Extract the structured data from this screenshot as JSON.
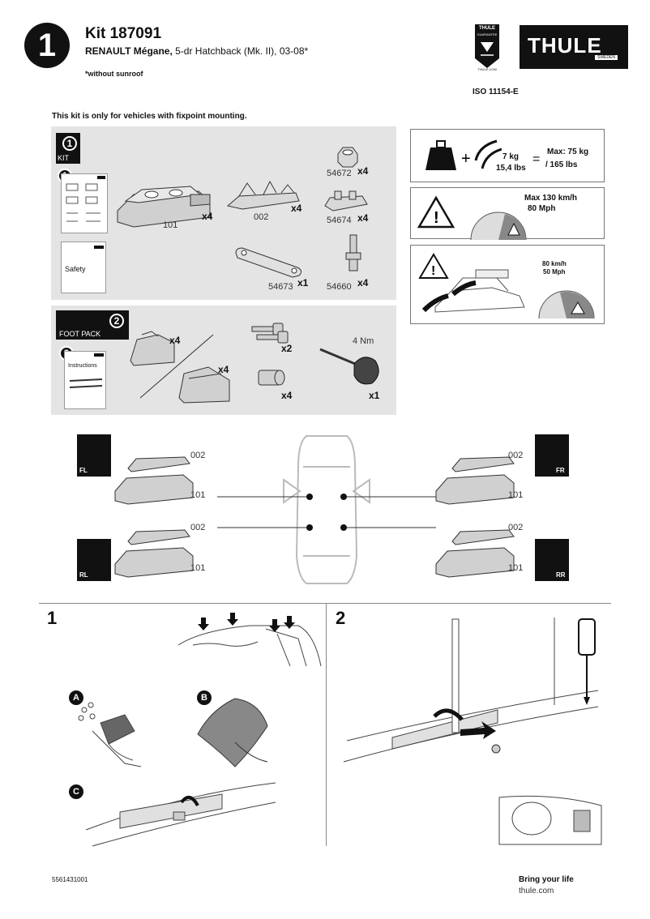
{
  "header": {
    "step_number": "1",
    "kit_title": "Kit 187091",
    "vehicle_make": "RENAULT Mégane,",
    "vehicle_model": " 5-dr Hatchback (Mk. II), 03-08*",
    "note": "*without sunroof",
    "brand": "THULE",
    "brand_sub": "SWEDEN",
    "badge_top": "THULE",
    "badge_sub": "GUARANTEE",
    "badge_bottom": "THULE.COM",
    "iso": "ISO 11154-E"
  },
  "fixpoint_note": "This kit is only for vehicles with fixpoint mounting.",
  "kit_panel": {
    "num": "1",
    "label": "KIT",
    "safety_label": "Safety",
    "parts": [
      {
        "id": "101",
        "qty": "x4"
      },
      {
        "id": "002",
        "qty": "x4"
      },
      {
        "id": "54672",
        "qty": "x4"
      },
      {
        "id": "54674",
        "qty": "x4"
      },
      {
        "id": "54673",
        "qty": "x1"
      },
      {
        "id": "54660",
        "qty": "x4"
      }
    ]
  },
  "foot_panel": {
    "num": "2",
    "label": "FOOT PACK",
    "instructions_label": "Instructions",
    "qty_foot1": "x4",
    "qty_foot2": "x4",
    "qty_keys": "x2",
    "qty_lock": "x4",
    "torque": "4 Nm",
    "qty_tool": "x1"
  },
  "warnings": {
    "weight_bars": "7 kg",
    "weight_bars_lbs": "15,4 lbs",
    "max_load": "Max: 75 kg",
    "max_load_lbs": "/ 165 lbs",
    "max_speed": "Max  130 km/h",
    "max_speed_mph": "80 Mph",
    "speed2": "80 km/h",
    "speed2_mph": "50 Mph"
  },
  "positions": {
    "fl": "FL",
    "fr": "FR",
    "rl": "RL",
    "rr": "RR",
    "foot": "101",
    "pad": "002"
  },
  "steps": {
    "s1": "1",
    "s2": "2",
    "a": "A",
    "b": "B",
    "c": "C"
  },
  "footer": {
    "code": "5561431001",
    "slogan": "Bring your life",
    "url": "thule.com"
  }
}
